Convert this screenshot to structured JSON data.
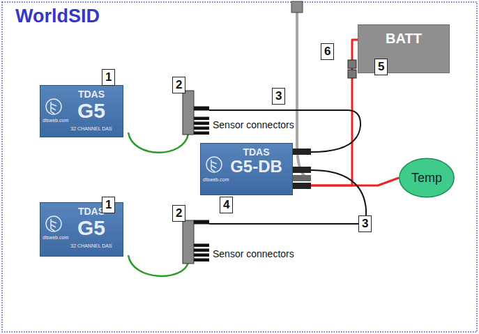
{
  "diagram": {
    "title": "WorldSID",
    "nodes": [
      {
        "text": [
          "BATT"
        ]
      },
      {
        "text": [
          "TDAS",
          "G5",
          "32 CHANNEL DAS",
          "dtsweb.com"
        ]
      },
      {
        "text": [
          "TDAS",
          "G5-DB",
          "dtsweb.com"
        ]
      },
      {
        "text": [
          "Temp"
        ]
      },
      {
        "text": [
          "TDAS",
          "G5",
          "32 CHANNEL DAS",
          "dtsweb.com"
        ]
      }
    ],
    "edges": [
      {
        "from": 0,
        "to": 2,
        "arrow": "none"
      },
      {
        "from": 2,
        "to": 3,
        "arrow": "none"
      }
    ],
    "labels": [
      "6",
      "5",
      "1",
      "2",
      "3",
      "Sensor connectors",
      "4",
      "1",
      "2",
      "3",
      "Sensor connectors"
    ]
  }
}
